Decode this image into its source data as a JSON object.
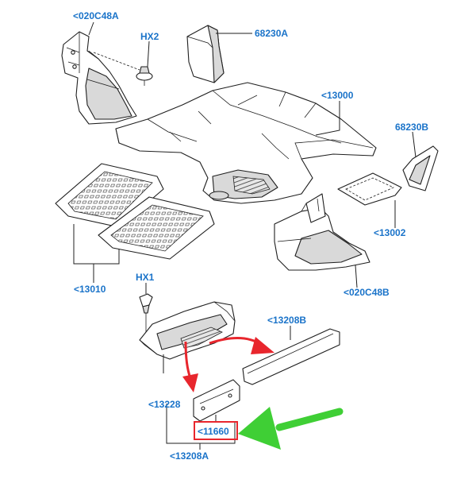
{
  "labels": {
    "c020C48A": "<020C48A",
    "hx2": "HX2",
    "p68230A": "68230A",
    "c13000": "<13000",
    "p68230B": "68230B",
    "c13002": "<13002",
    "c13010": "<13010",
    "c020C48B": "<020C48B",
    "hx1": "HX1",
    "c13208B": "<13208B",
    "c13228": "<13228",
    "c11660": "<11660",
    "c13208A": "<13208A"
  },
  "colors": {
    "label_blue": "#1a73c9",
    "red_arrow": "#e8262d",
    "green_arrow": "#3fcf35",
    "highlight_box": "#e8262d"
  }
}
